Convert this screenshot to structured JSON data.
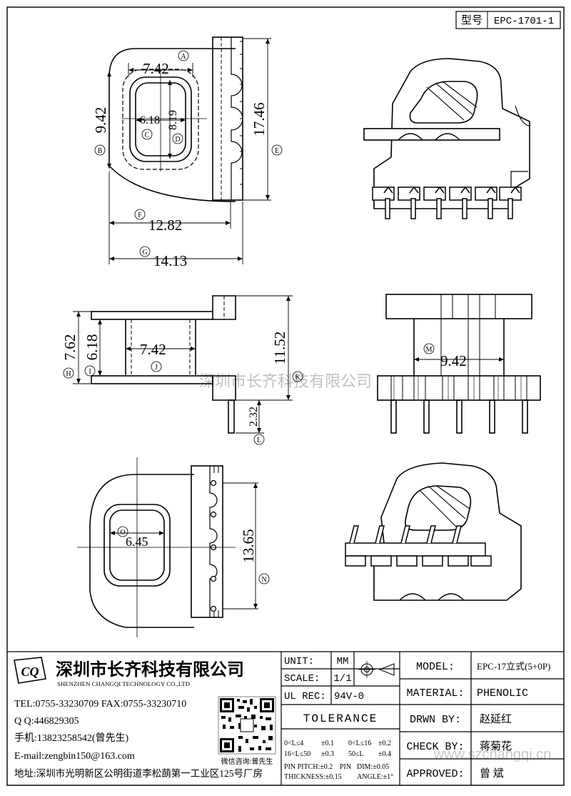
{
  "part_no": {
    "label": "型号",
    "value": "EPC-1701-1"
  },
  "watermark": {
    "main": "深圳市长齐科技有限公司",
    "url": "www.szchangqi.cn"
  },
  "dims": {
    "A": "7.42",
    "B": "9.42",
    "C": "6.18",
    "D": "8.19",
    "E": "17.46",
    "F": "12.82",
    "G": "14.13",
    "H": "7.62",
    "I": "6.18",
    "J": "7.42",
    "K": "11.52",
    "L": "2.32",
    "M": "9.42",
    "N": "13.65",
    "O": "6.45"
  },
  "markers": {
    "A": "A",
    "B": "B",
    "C": "C",
    "D": "D",
    "E": "E",
    "F": "F",
    "G": "G",
    "H": "H",
    "I": "I",
    "J": "J",
    "K": "K",
    "L": "L",
    "M": "M",
    "N": "N",
    "O": "O"
  },
  "company": {
    "logo_text": "CQ",
    "name_cn": "深圳市长齐科技有限公司",
    "name_en": "SHENZHEN CHANGQI TECHNOLOGY CO.,LTD",
    "tel": "TEL:0755-33230709  FAX:0755-33230710",
    "qq": "Q  Q:446829305",
    "mobile": "手机:13823258542(曾先生)",
    "email": "E-mail:zengbin150@163.com",
    "address": "地址:深圳市光明新区公明街道李松蓢第一工业区125号厂房",
    "qr_caption": "微信咨询:曾先生"
  },
  "spec": {
    "unit_label": "UNIT:",
    "unit_value": "MM",
    "scale_label": "SCALE:",
    "scale_value": "1/1",
    "ulrec_label": "UL REC:",
    "ulrec_value": "94V-0",
    "tolerance_title": "TOLERANCE",
    "tol": {
      "r1a": "0<L≤4",
      "r1b": "±0.1",
      "r1c": "0<L≤16",
      "r1d": "±0.2",
      "r2a": "16<L≤50",
      "r2b": "±0.3",
      "r2c": "50≤L",
      "r2d": "±0.4",
      "r3a": "PIN PITCH:±0.2",
      "r3b": "PIN",
      "r3c": "DIM:±0.05",
      "r4a": "THICKNESS:±0.15",
      "r4b": "ANGLE:±1°"
    }
  },
  "title_block": {
    "model_label": "MODEL:",
    "model_value": "EPC-17立式(5+0P)",
    "material_label": "MATERIAL:",
    "material_value": "PHENOLIC",
    "drawn_label": "DRWN BY:",
    "drawn_value": "赵延红",
    "check_label": "CHECK BY:",
    "check_value": "蒋菊花",
    "approved_label": "APPROVED:",
    "approved_value": "曾 斌"
  }
}
